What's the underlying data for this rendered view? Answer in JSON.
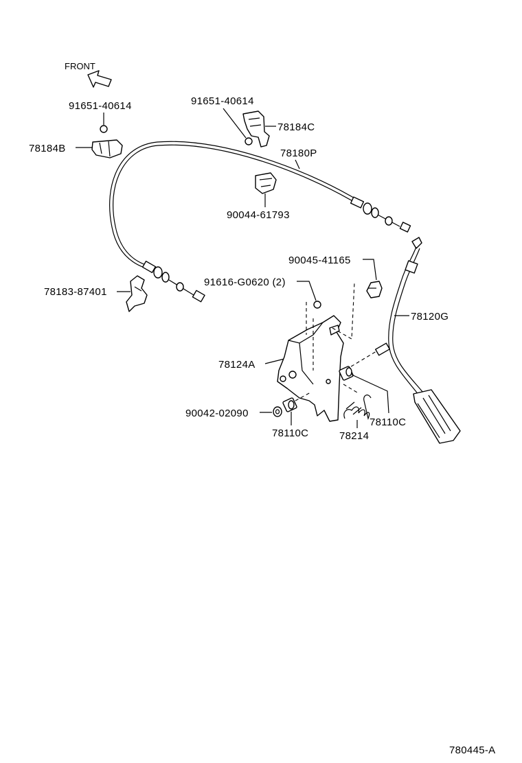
{
  "diagram": {
    "front_label": "FRONT",
    "figure_id": "780445-A",
    "parts": {
      "p78184B": "78184B",
      "p91651_left": "91651-40614",
      "p91651_right": "91651-40614",
      "p78184C": "78184C",
      "p78180P": "78180P",
      "p90044": "90044-61793",
      "p90045": "90045-41165",
      "p91616": "91616-G0620 (2)",
      "p78183": "78183-87401",
      "p78120G": "78120G",
      "p78124A": "78124A",
      "p90042": "90042-02090",
      "p78110C_left": "78110C",
      "p78110C_right": "78110C",
      "p78214": "78214"
    }
  }
}
